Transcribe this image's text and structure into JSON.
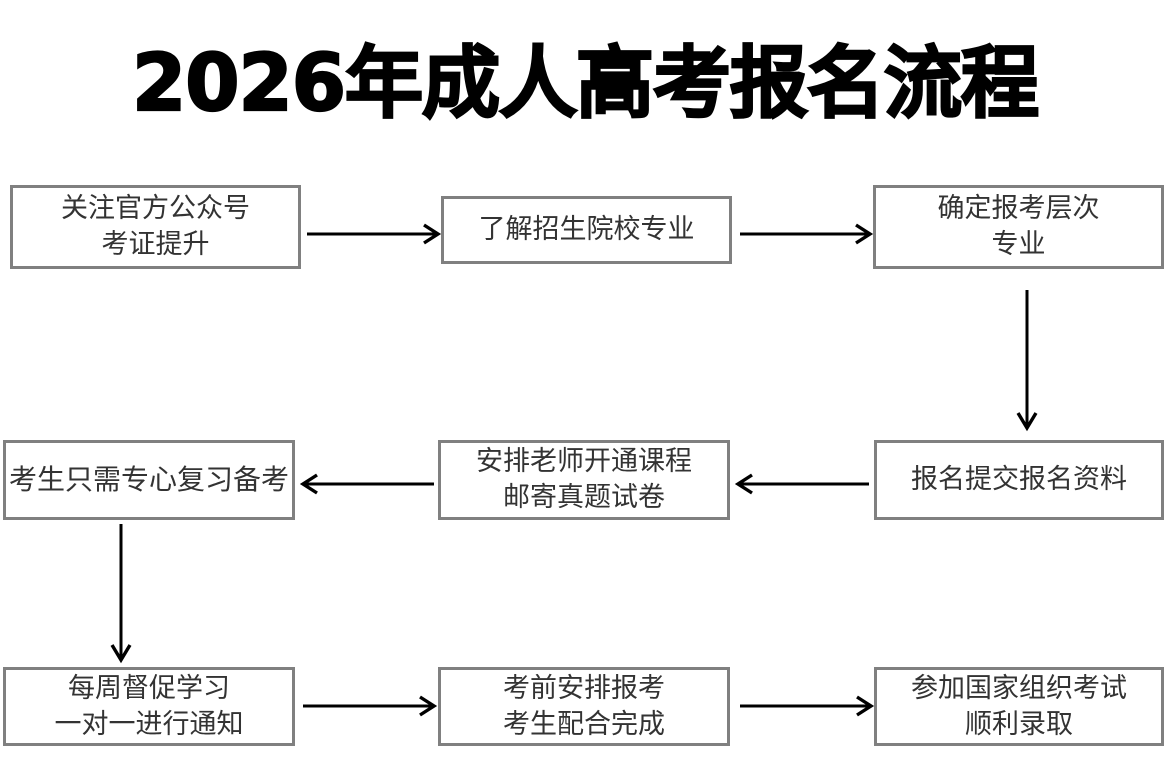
{
  "page": {
    "title": "2026年成人高考报名流程",
    "background_color": "#ffffff",
    "box_border_color": "#808080",
    "text_color": "#333333",
    "arrow_color": "#000000"
  },
  "flowchart": {
    "type": "process-flow",
    "rows": 3,
    "columns": 3,
    "nodes": [
      {
        "id": "n1",
        "line1": "关注官方公众号",
        "line2": "考证提升"
      },
      {
        "id": "n2",
        "line1": "了解招生院校专业",
        "line2": ""
      },
      {
        "id": "n3",
        "line1": "确定报考层次",
        "line2": "专业"
      },
      {
        "id": "n4",
        "line1": "考生只需专心复习备考",
        "line2": ""
      },
      {
        "id": "n5",
        "line1": "安排老师开通课程",
        "line2": "邮寄真题试卷"
      },
      {
        "id": "n6",
        "line1": "报名提交报名资料",
        "line2": ""
      },
      {
        "id": "n7",
        "line1": "每周督促学习",
        "line2": "一对一进行通知"
      },
      {
        "id": "n8",
        "line1": "考前安排报考",
        "line2": "考生配合完成"
      },
      {
        "id": "n9",
        "line1": "参加国家组织考试",
        "line2": "顺利录取"
      }
    ],
    "edges": [
      {
        "from": "n1",
        "to": "n2",
        "direction": "right"
      },
      {
        "from": "n2",
        "to": "n3",
        "direction": "right"
      },
      {
        "from": "n3",
        "to": "n6",
        "direction": "down"
      },
      {
        "from": "n6",
        "to": "n5",
        "direction": "left"
      },
      {
        "from": "n5",
        "to": "n4",
        "direction": "left"
      },
      {
        "from": "n4",
        "to": "n7",
        "direction": "down"
      },
      {
        "from": "n7",
        "to": "n8",
        "direction": "right"
      },
      {
        "from": "n8",
        "to": "n9",
        "direction": "right"
      }
    ]
  }
}
